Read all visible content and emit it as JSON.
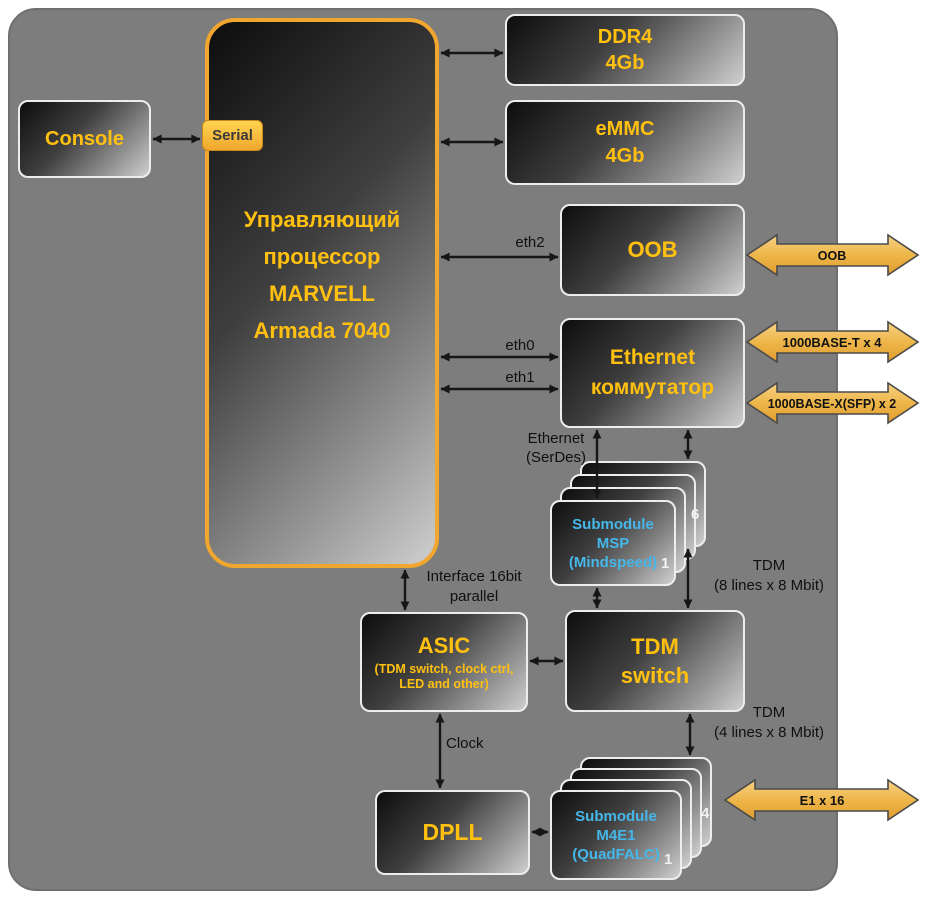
{
  "console": {
    "label": "Console"
  },
  "serial": {
    "label": "Serial"
  },
  "cpu": {
    "label": "Управляющий\nпроцессор\nMARVELL\nArmada 7040"
  },
  "ddr4": {
    "label": "DDR4\n4Gb"
  },
  "emmc": {
    "label": "eMMC\n4Gb"
  },
  "oob": {
    "label": "OOB"
  },
  "eth_switch": {
    "label": "Ethernet\nкоммутатор"
  },
  "asic": {
    "title": "ASIC",
    "subtitle": "(TDM switch, clock ctrl,\nLED and other)"
  },
  "tdm_switch": {
    "label": "TDM\nswitch"
  },
  "dpll": {
    "label": "DPLL"
  },
  "msp": {
    "label": "Submodule\nMSP\n(Mindspeed)",
    "first": "1",
    "last": "6"
  },
  "m4e1": {
    "label": "Submodule\nM4E1\n(QuadFALC)",
    "first": "1",
    "last": "4"
  },
  "bus_labels": {
    "eth2": "eth2",
    "eth0": "eth0",
    "eth1": "eth1",
    "serdes": "Ethernet\n(SerDes)",
    "tdm8": "TDM\n(8 lines x 8 Mbit)",
    "tdm4": "TDM\n(4 lines x 8 Mbit)",
    "interface": "Interface 16bit\nparallel",
    "clock": "Clock"
  },
  "external": {
    "oob": "OOB",
    "base_t": "1000BASE-T x 4",
    "base_x": "1000BASE-X(SFP) x 2",
    "e1": "E1 x 16"
  },
  "colors": {
    "accent_yellow": "#FFC010",
    "submodule_blue": "#45B7E8",
    "arrow_gold": "#EEB649",
    "board_gray": "#7D7D7D"
  }
}
